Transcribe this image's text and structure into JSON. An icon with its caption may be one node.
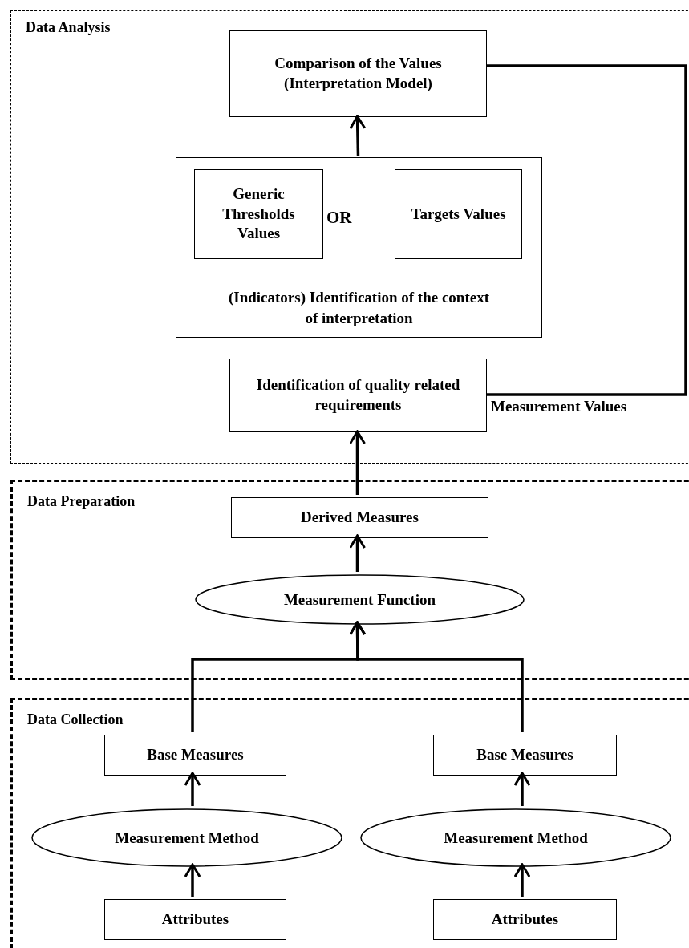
{
  "diagram": {
    "nodes": [
      {
        "text": [
          "Data Analysis"
        ]
      },
      {
        "text": [
          "Comparison of the Values (Interpretation Model)"
        ],
        "in": 0
      },
      {
        "text": [
          "OR",
          "(Indicators) Identification of the context of interpretation"
        ],
        "in": 0
      },
      {
        "text": [
          "Generic Thresholds Values"
        ],
        "in": 2
      },
      {
        "text": [
          "Targets Values"
        ],
        "in": 2
      },
      {
        "text": [
          "Identification of quality related requirements"
        ],
        "in": 0
      },
      {
        "text": [
          "Data Preparation"
        ]
      },
      {
        "text": [
          "Derived Measures"
        ],
        "in": 6
      },
      {
        "text": [
          "Measurement Function"
        ],
        "in": 6
      },
      {
        "text": [
          "Data Collection"
        ]
      },
      {
        "text": [
          "Base Measures"
        ],
        "in": 9
      },
      {
        "text": [
          "Base Measures"
        ],
        "in": 9
      },
      {
        "text": [
          "Measurement Method"
        ],
        "in": 9
      },
      {
        "text": [
          "Measurement Method"
        ],
        "in": 9
      },
      {
        "text": [
          "Attributes"
        ],
        "in": 9
      },
      {
        "text": [
          "Attributes"
        ],
        "in": 9
      }
    ],
    "edges": [
      {
        "from": 2,
        "to": 1,
        "arrow": "to"
      },
      {
        "from": 7,
        "to": 5,
        "arrow": "to"
      },
      {
        "from": 5,
        "to": 1,
        "arrow": "none",
        "label": "Measurement Values"
      },
      {
        "from": 8,
        "to": 7,
        "arrow": "to"
      },
      {
        "from": 10,
        "to": 8,
        "arrow": "to"
      },
      {
        "from": 11,
        "to": 8,
        "arrow": "to"
      },
      {
        "from": 12,
        "to": 10,
        "arrow": "to"
      },
      {
        "from": 13,
        "to": 11,
        "arrow": "to"
      },
      {
        "from": 14,
        "to": 12,
        "arrow": "to"
      },
      {
        "from": 15,
        "to": 13,
        "arrow": "to"
      }
    ]
  }
}
